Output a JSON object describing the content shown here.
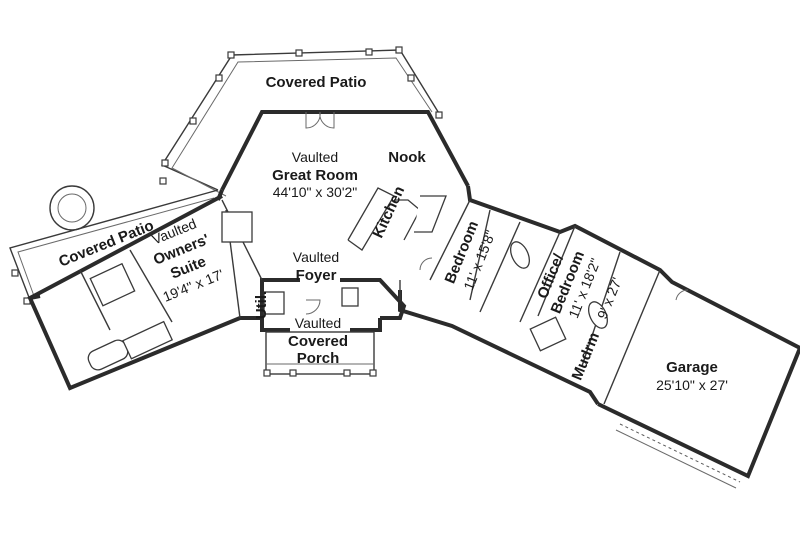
{
  "rooms": {
    "covered_patio_top": "Covered Patio",
    "covered_patio_left": "Covered Patio",
    "great_room": {
      "vaulted": "Vaulted",
      "name": "Great Room",
      "dims": "44'10\" x 30'2\""
    },
    "nook": "Nook",
    "kitchen": "Kitchen",
    "owners_suite": {
      "vaulted": "Vaulted",
      "name1": "Owners'",
      "name2": "Suite",
      "dims": "19'4\" x 17'"
    },
    "foyer": {
      "vaulted": "Vaulted",
      "name": "Foyer"
    },
    "util": "Util.",
    "covered_porch": {
      "vaulted": "Vaulted",
      "name1": "Covered",
      "name2": "Porch"
    },
    "bedroom": {
      "name": "Bedroom",
      "dims": "11' x 15'8\""
    },
    "office": {
      "name1": "Office/",
      "name2": "Bedroom",
      "dims": "11' x 18'2\""
    },
    "mudrm": {
      "name": "Mudrm",
      "dims": "9' x 27'"
    },
    "garage": {
      "name": "Garage",
      "dims": "25'10\" x 27'"
    }
  }
}
